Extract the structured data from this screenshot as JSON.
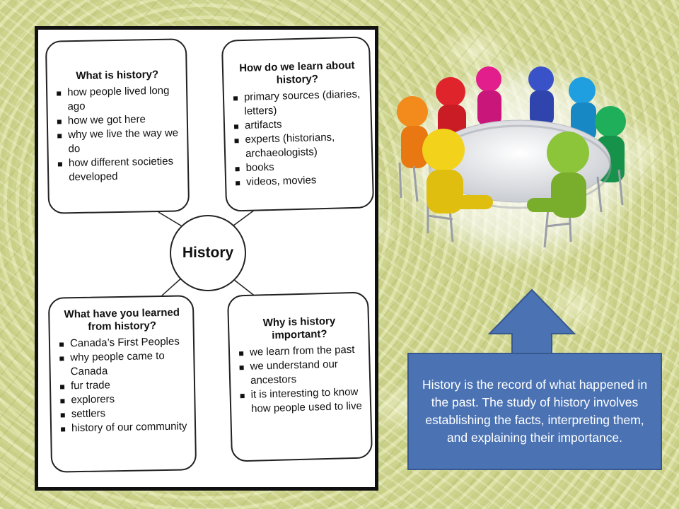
{
  "mindmap": {
    "center": "History",
    "boxes": [
      {
        "title": "What is history?",
        "items": [
          "how people lived long ago",
          "how we got here",
          "why we live the way we do",
          "how different societies developed"
        ]
      },
      {
        "title": "How do we learn about history?",
        "items": [
          "primary sources (diaries, letters)",
          "artifacts",
          "experts (historians, archaeologists)",
          "books",
          "videos, movies"
        ]
      },
      {
        "title": "What have you learned from history?",
        "items": [
          "Canada’s First Peoples",
          "why people came to Canada",
          "fur trade",
          "explorers",
          "settlers",
          "history of our community"
        ]
      },
      {
        "title": "Why is history important?",
        "items": [
          "we learn from the past",
          "we understand our ancestors",
          "it is interesting to know how people used to live"
        ]
      }
    ]
  },
  "caption": "History is the record of what happened in the past. The study of history involves establishing the facts, interpreting them, and explaining their importance.",
  "colors": {
    "caption_bg": "#4b73b4",
    "figures": [
      "#f28a1c",
      "#e0242c",
      "#e21d8c",
      "#3a52c8",
      "#1f9fe0",
      "#1fae5a",
      "#f2d21a",
      "#8cc43a"
    ]
  }
}
